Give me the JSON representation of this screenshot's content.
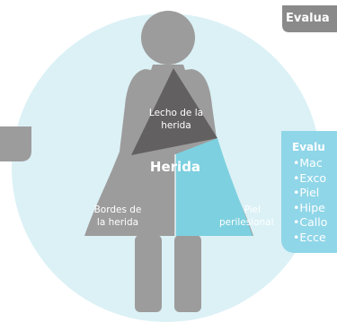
{
  "diagram": {
    "center_label": "Herida",
    "regions": {
      "lecho": "Lecho de la herida",
      "bordes": "Bordes de la herida",
      "piel": "Piel perilesional"
    },
    "top_tag": "Evalua",
    "side_panel": {
      "title": "Evalu",
      "items": [
        "•Mac",
        "•Exco",
        "•Piel",
        "•Hipe",
        "•Callo",
        "•Ecce"
      ]
    },
    "colors": {
      "circle_bg": "#dbf1f6",
      "figure": "#9d9c9c",
      "wound_dark": "#626060",
      "wound_blue": "#7dd0df",
      "side_panel": "#8fd6e8",
      "tag": "#8a8a8a"
    }
  }
}
